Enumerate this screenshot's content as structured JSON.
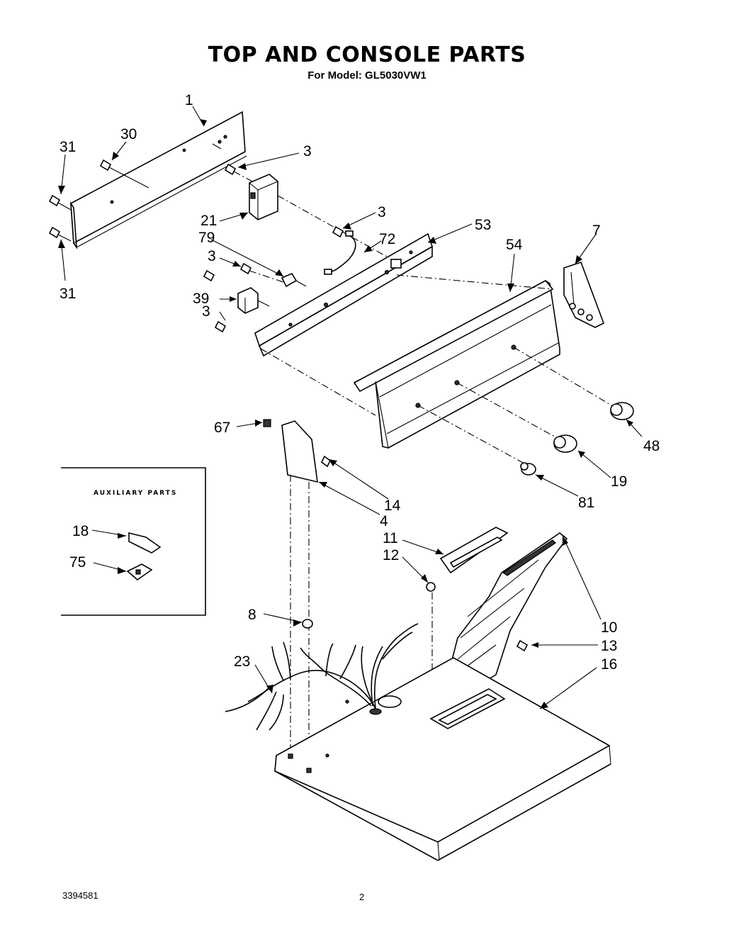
{
  "title": "TOP AND CONSOLE PARTS",
  "subtitle": "For Model: GL5030VW1",
  "auxiliary_heading": "AUXILIARY PARTS",
  "callouts": {
    "c1": "1",
    "c30": "30",
    "c31a": "31",
    "c31b": "31",
    "c3a": "3",
    "c3b": "3",
    "c3c": "3",
    "c3d": "3",
    "c21": "21",
    "c79": "79",
    "c72": "72",
    "c53": "53",
    "c54": "54",
    "c7": "7",
    "c39": "39",
    "c67": "67",
    "c48": "48",
    "c19": "19",
    "c81": "81",
    "c14": "14",
    "c4": "4",
    "c18": "18",
    "c75": "75",
    "c11": "11",
    "c12": "12",
    "c8": "8",
    "c23": "23",
    "c10": "10",
    "c13": "13",
    "c16": "16"
  },
  "footer": {
    "doc_number": "3394581",
    "page_number": "2"
  }
}
